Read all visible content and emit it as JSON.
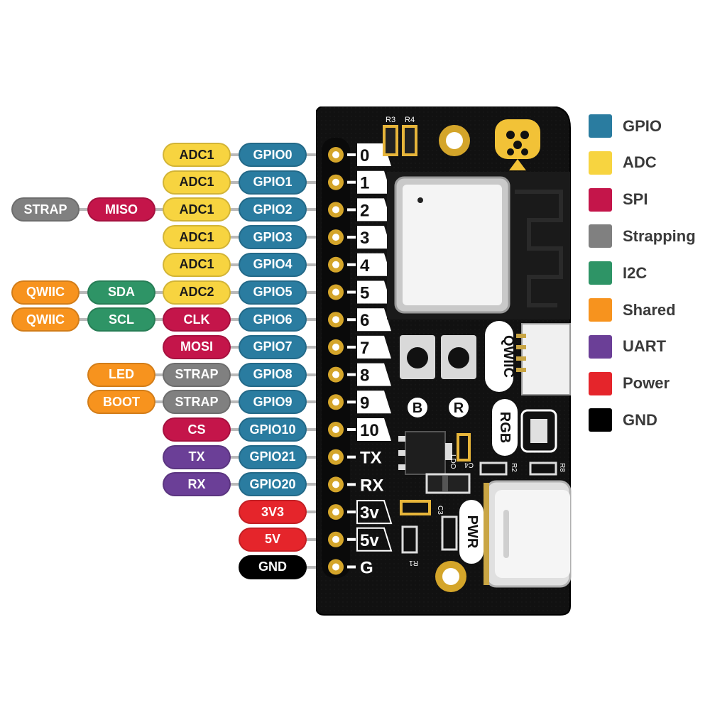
{
  "colors": {
    "GPIO": "#2a7ca0",
    "ADC": "#f7d440",
    "SPI": "#c4154a",
    "STRAP": "#808080",
    "I2C": "#2e9466",
    "SHARED": "#f7931e",
    "UART": "#6b3f97",
    "POWER": "#e5252b",
    "GND": "#000000"
  },
  "legend": [
    {
      "label": "GPIO",
      "color": "#2a7ca0"
    },
    {
      "label": "ADC",
      "color": "#f7d440"
    },
    {
      "label": "SPI",
      "color": "#c4154a"
    },
    {
      "label": "Strapping",
      "color": "#808080"
    },
    {
      "label": "I2C",
      "color": "#2e9466"
    },
    {
      "label": "Shared",
      "color": "#f7931e"
    },
    {
      "label": "UART",
      "color": "#6b3f97"
    },
    {
      "label": "Power",
      "color": "#e5252b"
    },
    {
      "label": "GND",
      "color": "#000000"
    }
  ],
  "pins": [
    {
      "board_label": "0",
      "tags": [
        {
          "text": "ADC1",
          "type": "ADC"
        },
        {
          "text": "GPIO0",
          "type": "GPIO"
        }
      ]
    },
    {
      "board_label": "1",
      "tags": [
        {
          "text": "ADC1",
          "type": "ADC"
        },
        {
          "text": "GPIO1",
          "type": "GPIO"
        }
      ]
    },
    {
      "board_label": "2",
      "tags": [
        {
          "text": "STRAP",
          "type": "STRAP"
        },
        {
          "text": "MISO",
          "type": "SPI"
        },
        {
          "text": "ADC1",
          "type": "ADC"
        },
        {
          "text": "GPIO2",
          "type": "GPIO"
        }
      ]
    },
    {
      "board_label": "3",
      "tags": [
        {
          "text": "ADC1",
          "type": "ADC"
        },
        {
          "text": "GPIO3",
          "type": "GPIO"
        }
      ]
    },
    {
      "board_label": "4",
      "tags": [
        {
          "text": "ADC1",
          "type": "ADC"
        },
        {
          "text": "GPIO4",
          "type": "GPIO"
        }
      ]
    },
    {
      "board_label": "5",
      "tags": [
        {
          "text": "QWIIC",
          "type": "SHARED"
        },
        {
          "text": "SDA",
          "type": "I2C"
        },
        {
          "text": "ADC2",
          "type": "ADC"
        },
        {
          "text": "GPIO5",
          "type": "GPIO"
        }
      ]
    },
    {
      "board_label": "6",
      "tags": [
        {
          "text": "QWIIC",
          "type": "SHARED"
        },
        {
          "text": "SCL",
          "type": "I2C"
        },
        {
          "text": "CLK",
          "type": "SPI"
        },
        {
          "text": "GPIO6",
          "type": "GPIO"
        }
      ]
    },
    {
      "board_label": "7",
      "tags": [
        {
          "text": "MOSI",
          "type": "SPI"
        },
        {
          "text": "GPIO7",
          "type": "GPIO"
        }
      ]
    },
    {
      "board_label": "8",
      "tags": [
        {
          "text": "LED",
          "type": "SHARED"
        },
        {
          "text": "STRAP",
          "type": "STRAP"
        },
        {
          "text": "GPIO8",
          "type": "GPIO"
        }
      ]
    },
    {
      "board_label": "9",
      "tags": [
        {
          "text": "BOOT",
          "type": "SHARED"
        },
        {
          "text": "STRAP",
          "type": "STRAP"
        },
        {
          "text": "GPIO9",
          "type": "GPIO"
        }
      ]
    },
    {
      "board_label": "10",
      "tags": [
        {
          "text": "CS",
          "type": "SPI"
        },
        {
          "text": "GPIO10",
          "type": "GPIO"
        }
      ]
    },
    {
      "board_label": "TX",
      "tags": [
        {
          "text": "TX",
          "type": "UART"
        },
        {
          "text": "GPIO21",
          "type": "GPIO"
        }
      ]
    },
    {
      "board_label": "RX",
      "tags": [
        {
          "text": "RX",
          "type": "UART"
        },
        {
          "text": "GPIO20",
          "type": "GPIO"
        }
      ]
    },
    {
      "board_label": "3v",
      "tags": [
        {
          "text": "3V3",
          "type": "POWER"
        }
      ]
    },
    {
      "board_label": "5v",
      "tags": [
        {
          "text": "5V",
          "type": "POWER"
        }
      ]
    },
    {
      "board_label": "G",
      "tags": [
        {
          "text": "GND",
          "type": "GND"
        }
      ]
    }
  ],
  "board": {
    "resistor_top_labels": [
      "R3",
      "R4"
    ],
    "qwiic_label": "QWIIC",
    "rgb_label": "RGB",
    "pwr_label": "PWR",
    "button_labels": [
      "B",
      "R"
    ],
    "ldo_label": "LDO",
    "small_labels": [
      "C4",
      "C3",
      "R2",
      "R8",
      "R1"
    ]
  }
}
